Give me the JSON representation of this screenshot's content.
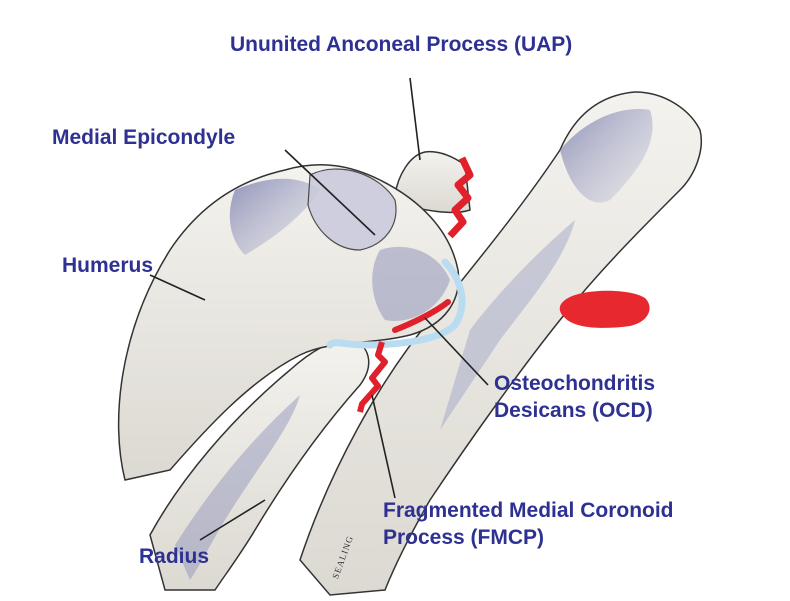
{
  "labels": {
    "uap": "Ununited Anconeal Process (UAP)",
    "medial_epicondyle": "Medial Epicondyle",
    "humerus": "Humerus",
    "ocd_line1": "Osteochondritis",
    "ocd_line2": "Desicans (OCD)",
    "fmcp_line1": "Fragmented Medial Coronoid",
    "fmcp_line2": "Process (FMCP)",
    "radius": "Radius"
  },
  "signature": "SEALING",
  "colors": {
    "label_text": "#2e3192",
    "fracture_red": "#e0212b",
    "highlight_mark": "#e8282f",
    "cartilage_blue": "#b9dcf0",
    "bone_fill": "#ece8e1",
    "bone_shadow": "#8a8fb8",
    "outline": "#333333"
  }
}
